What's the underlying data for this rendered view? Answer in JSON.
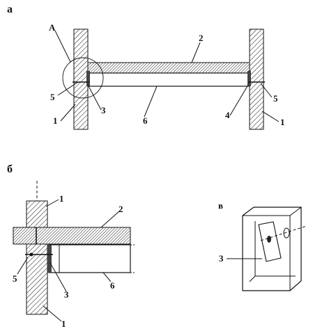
{
  "diagram": {
    "panels": {
      "a": "а",
      "b": "б",
      "v": "в"
    },
    "panel_a": {
      "callout": "А",
      "labels": [
        "2",
        "5",
        "3",
        "6",
        "1",
        "4",
        "5",
        "1"
      ]
    },
    "panel_b": {
      "labels": [
        "1",
        "2",
        "5",
        "3",
        "6",
        "1"
      ]
    },
    "panel_v": {
      "labels": [
        "3"
      ]
    }
  }
}
